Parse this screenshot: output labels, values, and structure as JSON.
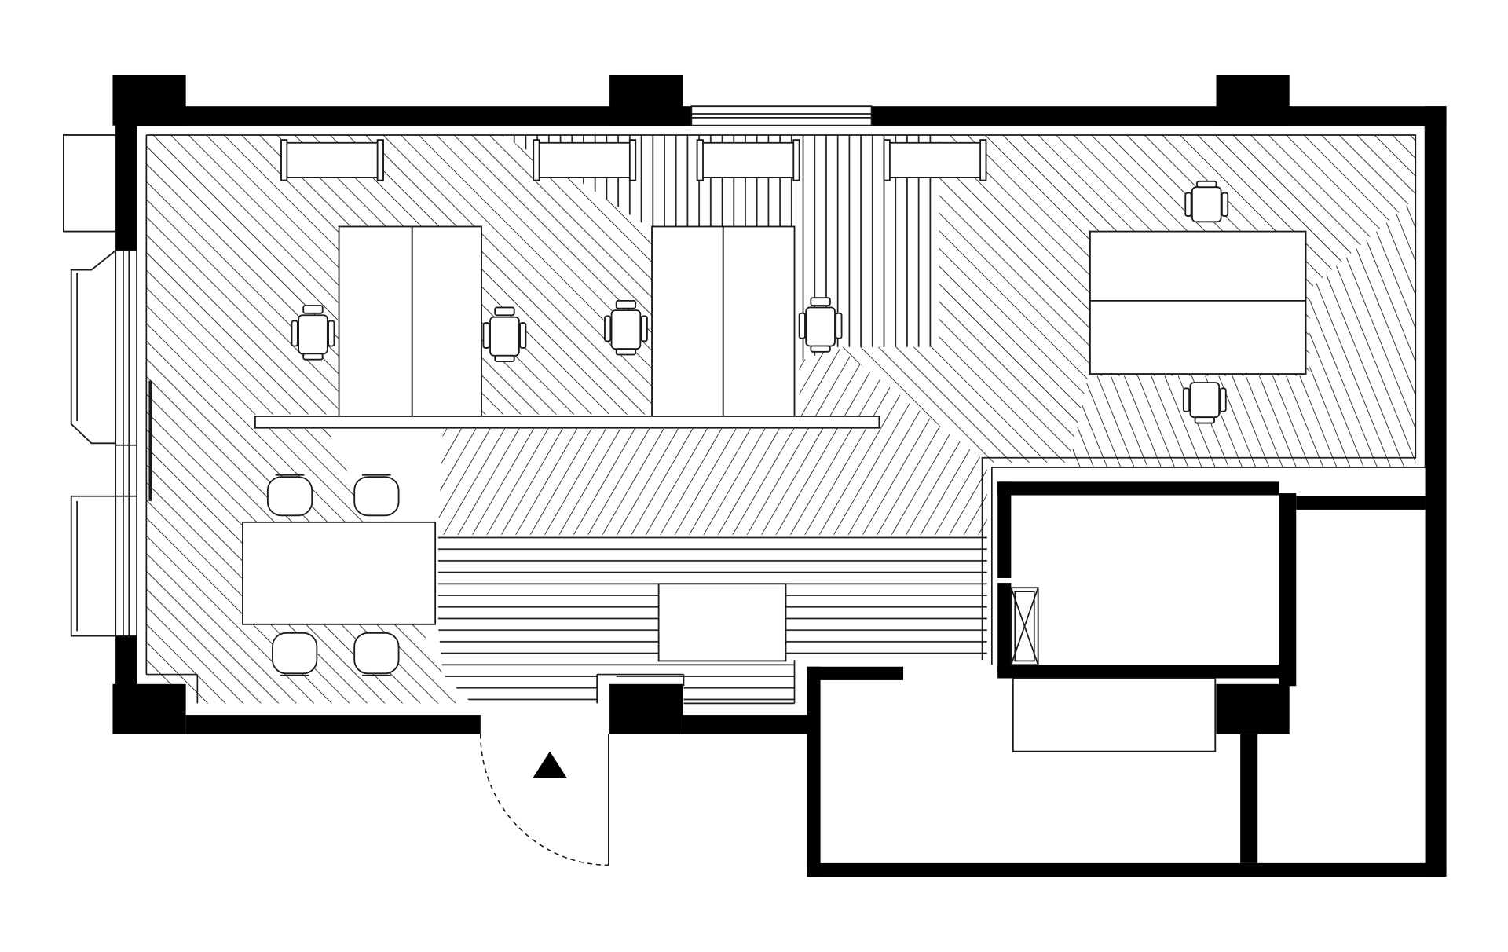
{
  "plan": {
    "colors": {
      "wall": "#000000",
      "line": "#1a1a1a",
      "background": "#ffffff"
    },
    "icons": {
      "entrance_marker": "triangle-up-icon"
    },
    "floor_hatch": [
      "diagonal",
      "vertical",
      "horizontal"
    ]
  }
}
